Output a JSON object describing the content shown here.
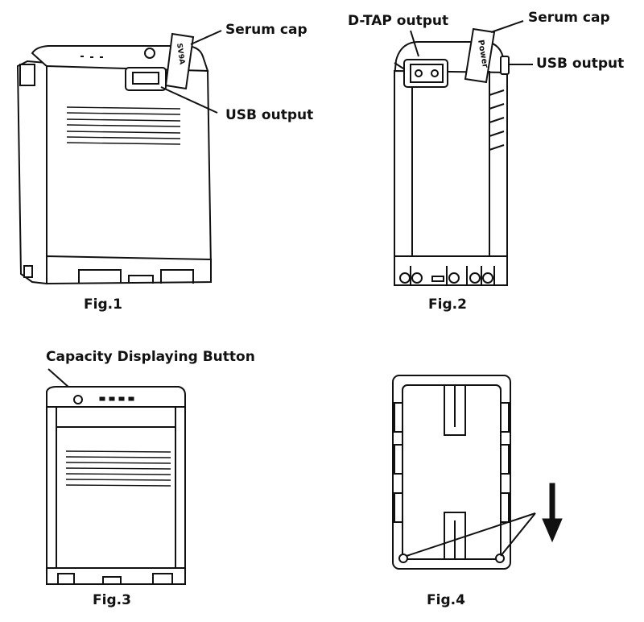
{
  "figures": [
    {
      "caption": "Fig.1",
      "labels": {
        "serum_cap": "Serum cap",
        "usb_output": "USB output"
      },
      "cap_text": "SV9A"
    },
    {
      "caption": "Fig.2",
      "labels": {
        "dtap_output": "D-TAP output",
        "serum_cap": "Serum cap",
        "usb_output": "USB output"
      },
      "cap_text": "Power"
    },
    {
      "caption": "Fig.3",
      "labels": {
        "capacity_button": "Capacity Displaying Button"
      }
    },
    {
      "caption": "Fig.4"
    }
  ]
}
